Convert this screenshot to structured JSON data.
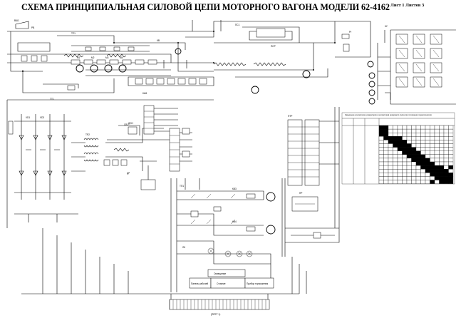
{
  "diagram": {
    "title": "СХЕМА ПРИНЦИПИАЛЬНАЯ СИЛОВОЙ ЦЕПИ МОТОРНОГО ВАГОНА МОДЕЛИ 62-4162",
    "sheet": "Лист 1 Листов 3",
    "table_header": "Замыкание контакторов, реверсоров и контакторов резервного пуска при положении переключателя",
    "component_labels": {
      "motor_1": "M1",
      "motor_2": "M2",
      "motor_3": "M3",
      "motor_4": "M4",
      "relay_block": "ДСН",
      "contactor_lk": "ЛК",
      "block_ptr": "ПТР",
      "block_pr": "ПР",
      "panel_1": "Панель рабочей",
      "panel_2": "Стояние",
      "panel_3": "Прибор торможения"
    },
    "bottom_connector": "(ПРЕТ 1)"
  }
}
